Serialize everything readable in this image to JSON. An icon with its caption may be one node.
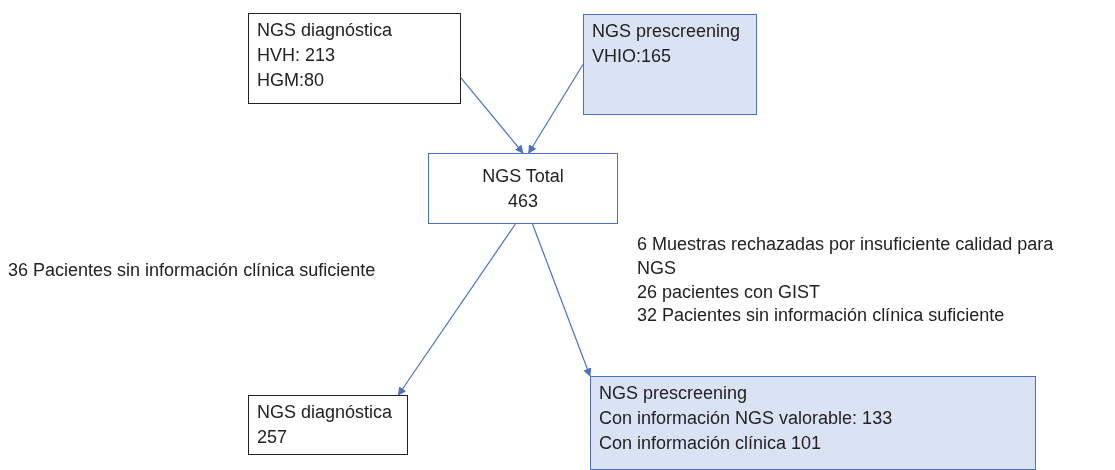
{
  "diagram": {
    "nodes": [
      {
        "text": [
          "NGS diagnóstica",
          "HVH: 213",
          "HGM:80"
        ]
      },
      {
        "text": [
          "NGS prescreening",
          "VHIO:165"
        ]
      },
      {
        "text": [
          "NGS Total",
          "463"
        ]
      },
      {
        "text": [
          "NGS diagnóstica",
          "257"
        ]
      },
      {
        "text": [
          "NGS prescreening",
          "Con información NGS valorable: 133",
          "Con información clínica 101"
        ]
      }
    ],
    "edges": [
      {
        "from": 0,
        "to": 2,
        "arrow": "to"
      },
      {
        "from": 1,
        "to": 2,
        "arrow": "to"
      },
      {
        "from": 2,
        "to": 3,
        "arrow": "to"
      },
      {
        "from": 2,
        "to": 4,
        "arrow": "to"
      }
    ],
    "labels": [
      "36 Pacientes sin información clínica suficiente",
      "6 Muestras rechazadas por insuficiente calidad para NGS",
      "26 pacientes con GIST",
      "32 Pacientes sin información clínica suficiente"
    ]
  }
}
